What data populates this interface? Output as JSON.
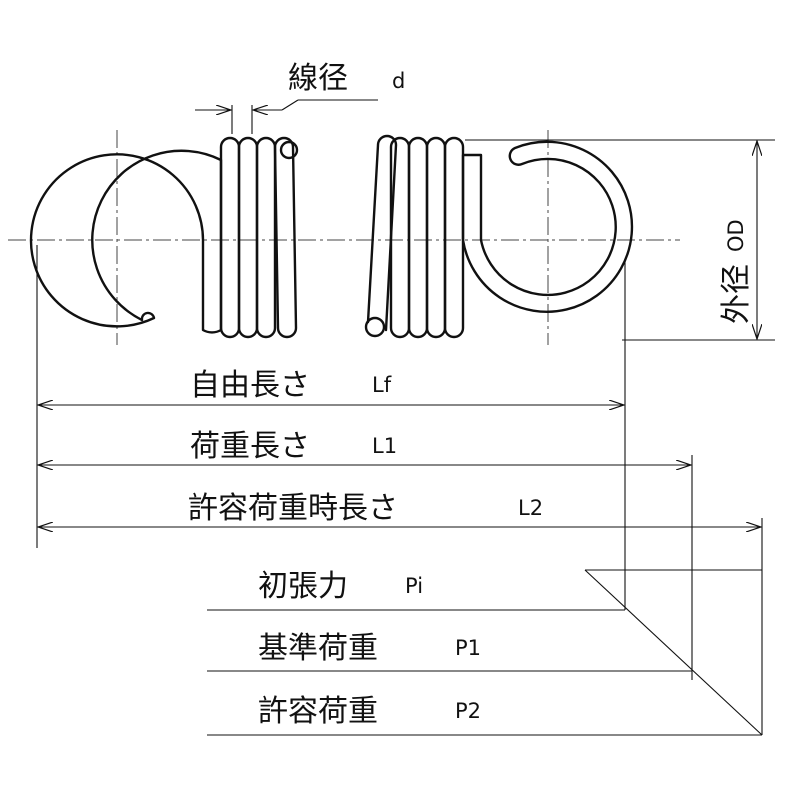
{
  "labels": {
    "wire_diameter": "線径",
    "wire_diameter_sym": "d",
    "outer_diameter": "外径",
    "outer_diameter_sym": "OD",
    "free_length": "自由長さ",
    "free_length_sym": "Lf",
    "load_length": "荷重長さ",
    "load_length_sym": "L1",
    "allowable_length": "許容荷重時長さ",
    "allowable_length_sym": "L2",
    "initial_tension": "初張力",
    "initial_tension_sym": "Pi",
    "reference_load": "基準荷重",
    "reference_load_sym": "P1",
    "allowable_load": "許容荷重",
    "allowable_load_sym": "P2"
  },
  "colors": {
    "line": "#111111",
    "centerline": "#444444",
    "background": "#ffffff"
  }
}
